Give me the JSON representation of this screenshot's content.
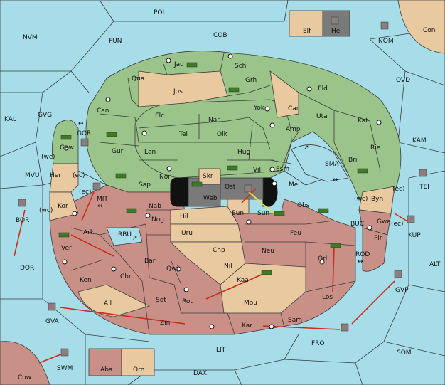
{
  "colors": {
    "sea": "#a7dde9",
    "northern_land": "#9bc48a",
    "southern_land": "#c99088",
    "neutral_land": "#e8c9a0",
    "impassable": "#7a7a7a",
    "army_green": "#3f7a2a",
    "arrow": "#cc2a1a"
  },
  "labels": {
    "POL": "POL",
    "NVM": "NVM",
    "FUN": "FUN",
    "COB": "COB",
    "Elf": "Elf",
    "Hel": "Hel",
    "NOM": "NOM",
    "Con": "Con",
    "Jad": "Jad",
    "Sch": "Sch",
    "OVD": "OVD",
    "Qua": "Qua",
    "Jos": "Jos",
    "Grh": "Grh",
    "Eld": "Eld",
    "KAL": "KAL",
    "GVG": "GVG",
    "Can": "Can",
    "Yok": "Yok",
    "Car": "Car",
    "Elc": "Elc",
    "Nar": "Nar",
    "Uta": "Uta",
    "Kat": "Kat",
    "GOR": "GOR",
    "Gaw": "Gaw",
    "Gur": "Gur",
    "Tel": "Tel",
    "Olk": "Olk",
    "Amp": "Amp",
    "KAM": "KAM",
    "Lan": "Lan",
    "Hug": "Hug",
    "Rie": "Rie",
    "Bri": "Bri",
    "wc": "(wc)",
    "ec": "(ec)",
    "SMA": "SMA",
    "Esm": "Esm",
    "MVU": "MVU",
    "Her": "Her",
    "Nor": "Nor",
    "Skr": "Skr",
    "Vil": "Vil",
    "TEI": "TEI",
    "Sap": "Sap",
    "Ost": "Ost",
    "Mel": "Mel",
    "MIT": "MIT",
    "Web": "Web",
    "Byn": "Byn",
    "Kor": "Kor",
    "Obs": "Obs",
    "Nab": "Nab",
    "BOR": "BOR",
    "Eun": "Eun",
    "Sun": "Sun",
    "Gwa": "Gwa",
    "Hil": "Hil",
    "Nog": "Nog",
    "KUP": "KUP",
    "BUC": "BUC",
    "RBU": "RBU",
    "Ark": "Ark",
    "Uru": "Uru",
    "Feu": "Feu",
    "Pir": "Pir",
    "Ver": "Ver",
    "Chp": "Chp",
    "Neu": "Neu",
    "Orl": "Orl",
    "ROD": "ROD",
    "Bar": "Bar",
    "DOR": "DOR",
    "Qwi": "Qwi",
    "Nil": "Nil",
    "ALT": "ALT",
    "Chr": "Chr",
    "Ken": "Ken",
    "Kaa": "Kaa",
    "GVP": "GVP",
    "Los": "Los",
    "Sot": "Sot",
    "Rot": "Rot",
    "Ail": "Ail",
    "Mou": "Mou",
    "GVA": "GVA",
    "Zin": "Zin",
    "Kar": "Kar",
    "Sam": "Sam",
    "FRO": "FRO",
    "LIT": "LIT",
    "SOM": "SOM",
    "SWM": "SWM",
    "Aba": "Aba",
    "Orn": "Orn",
    "Cow": "Cow",
    "DAX": "DAX"
  }
}
